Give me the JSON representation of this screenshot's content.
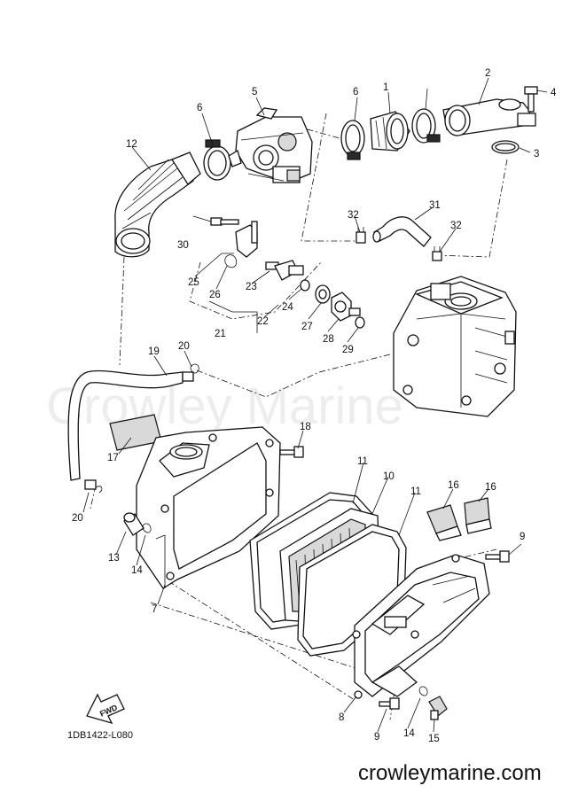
{
  "diagram_code": "1DB1422-L080",
  "watermark": "Crowley Marine",
  "footer_url": "crowleymarine.com",
  "direction_label": "FWD",
  "callouts": [
    "1",
    "2",
    "3",
    "4",
    "5",
    "6",
    "6",
    "7",
    "8",
    "9",
    "9",
    "10",
    "11",
    "11",
    "12",
    "13",
    "14",
    "14",
    "15",
    "16",
    "16",
    "17",
    "18",
    "19",
    "20",
    "20",
    "21",
    "22",
    "23",
    "24",
    "25",
    "26",
    "27",
    "28",
    "29",
    "30",
    "31",
    "32",
    "32"
  ]
}
